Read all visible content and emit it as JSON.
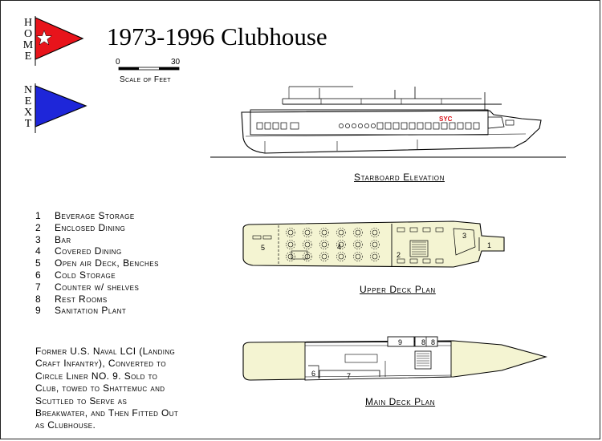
{
  "title": "1973-1996 Clubhouse",
  "navigation": {
    "home_letters": [
      "H",
      "O",
      "M",
      "E"
    ],
    "next_letters": [
      "N",
      "E",
      "X",
      "T"
    ],
    "colors": {
      "home_flag": "#e8141b",
      "home_star": "#ffffff",
      "next_flag": "#1e26d9"
    },
    "icons": {
      "home": "burgee-star-icon",
      "next": "burgee-icon"
    }
  },
  "scale": {
    "zero": "0",
    "max": "30",
    "label": "Scale of Feet"
  },
  "views": {
    "starboard": "Starboard Elevation",
    "upper": "Upper Deck Plan",
    "main": "Main Deck Plan",
    "hull_mark": "SYC",
    "hull_mark_color": "#d8141b",
    "deck_tint": "#f4f4d2"
  },
  "legend": [
    {
      "num": "1",
      "label": "Beverage Storage"
    },
    {
      "num": "2",
      "label": "Enclosed Dining"
    },
    {
      "num": "3",
      "label": "Bar"
    },
    {
      "num": "4",
      "label": "Covered Dining"
    },
    {
      "num": "5",
      "label": "Open air Deck, Benches"
    },
    {
      "num": "6",
      "label": "Cold Storage"
    },
    {
      "num": "7",
      "label": "Counter w/ shelves"
    },
    {
      "num": "8",
      "label": "Rest Rooms"
    },
    {
      "num": "9",
      "label": "Sanitation Plant"
    }
  ],
  "history": [
    "Former U.S. Naval LCI (Landing",
    "Craft Infantry), Converted to",
    "Circle Liner NO. 9.  Sold to",
    "Club, towed to Shattemuc and",
    "Scuttled to Serve as",
    "Breakwater, and Then Fitted Out",
    "as Clubhouse."
  ],
  "room_labels": {
    "upper": {
      "open_deck": "5",
      "covered": "4",
      "enclosed": "2",
      "bar": "3",
      "beverage": "1"
    },
    "main": {
      "sanitation": "9",
      "rest_a": "8",
      "rest_b": "8",
      "cold": "6",
      "counter": "7"
    }
  }
}
